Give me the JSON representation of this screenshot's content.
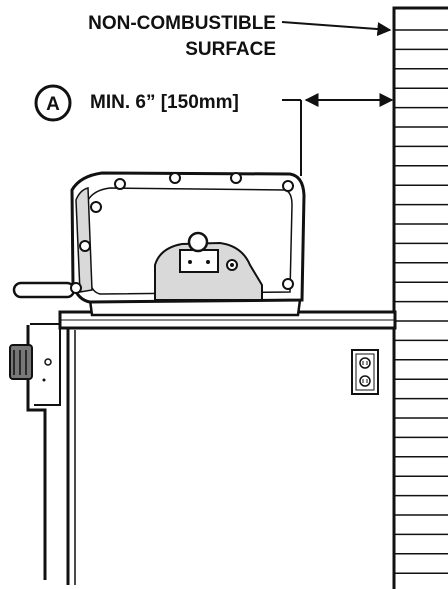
{
  "labels": {
    "surface_line1": "NON-COMBUSTIBLE",
    "surface_line2": "SURFACE",
    "callout_letter": "A",
    "clearance": "MIN. 6” [150mm]"
  },
  "colors": {
    "ink": "#111111",
    "background": "#ffffff",
    "grill_shade": "#d9d9d9"
  },
  "icons": {
    "callout": "circle-letter-icon",
    "outlet": "electrical-outlet-icon",
    "knob": "control-knob-icon"
  }
}
